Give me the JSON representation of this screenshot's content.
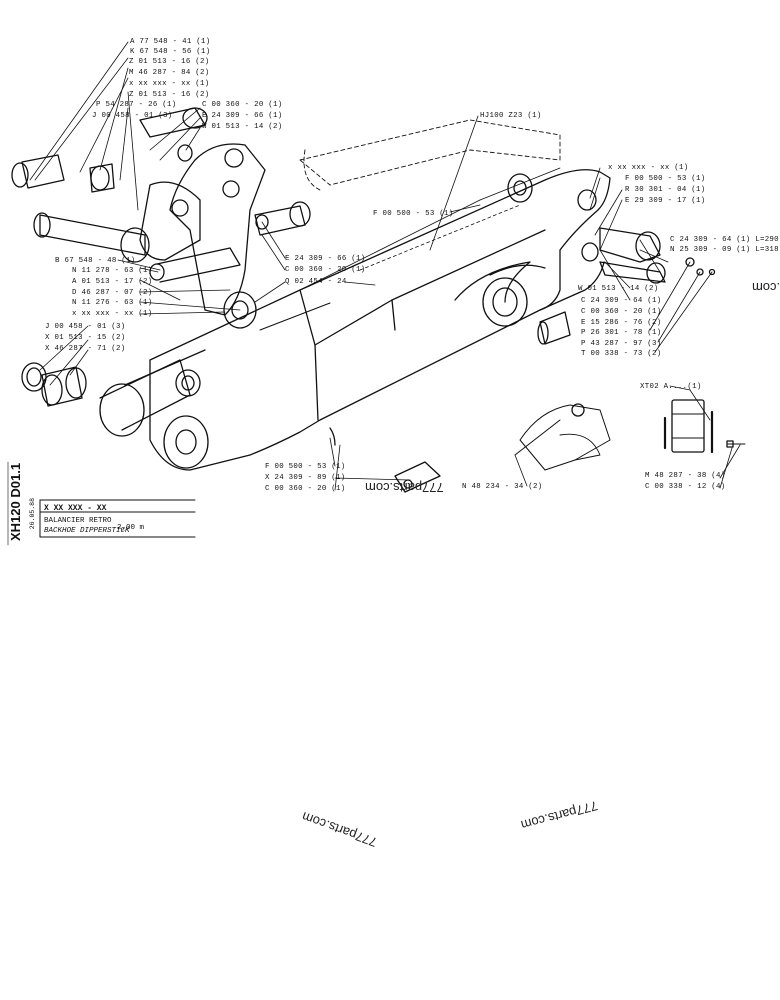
{
  "title_block": {
    "drawing_code": "XH120 D01.1",
    "date": "26.05.88",
    "part_ref": "X XX XXX - XX",
    "name_fr": "BALANCIER RETRO",
    "name_en": "BACKHOE DIPPERSTICK",
    "length": "2,00 m"
  },
  "callouts_left": [
    "A 77 548 - 41 (1)",
    "K 67 548 - 56 (1)",
    "Z 01 513 - 16 (2)",
    "M 46 287 - 84 (2)",
    "x xx xxx - xx (1)",
    "Z 01 513 - 16 (2)",
    "P 54 287 - 26 (1)",
    "J 00 458 - 01 (3)"
  ],
  "callouts_pin": [
    "C 00 360 - 20 (1)",
    "E 24 309 - 66 (1)",
    "W 01 513 - 14 (2)"
  ],
  "callout_top": "HJ100  Z23 (1)",
  "callouts_right": [
    "x xx xxx - xx (1)",
    "F 00 500 - 53 (1)",
    "R 30 301 - 04 (1)",
    "E 29 309 - 17 (1)"
  ],
  "callouts_right_pin": [
    "C 24 309 - 64 (1) L=290",
    "N 25 309 - 09 (1) L=318"
  ],
  "callouts_right_lower": [
    "W 01 513 - 14 (2)",
    "C 24 309 - 64 (1)",
    "C 00 360 - 20 (1)",
    "E 15 286 - 76 (2)",
    "P 26 301 - 78 (1)",
    "P 43 287 - 97 (3)",
    "T 00 338 - 73 (2)"
  ],
  "callout_mid": "F 00 500 - 53 (1)",
  "callouts_link": [
    "B 67 548 - 48 (1)",
    "N 11 278 - 63 (1)",
    "A 01 513 - 17 (2)",
    "D 46 287 - 07 (2)",
    "N 11 276 - 63 (1)",
    "x xx xxx - xx (1)"
  ],
  "callouts_link_right": [
    "E 24 309 - 66 (1)",
    "C 00 360 - 20 (1)",
    "Q 02 454 - 24"
  ],
  "callouts_bush": [
    "J 00 458 - 01 (3)",
    "X 01 513 - 15 (2)",
    "X 46 287 - 71 (2)"
  ],
  "callouts_bottom": [
    "F 00 500 - 53 (1)",
    "X 24 309 - 89 (1)",
    "C 00 360 - 20 (1)"
  ],
  "callout_inset": "N 48 234 - 34 (2)",
  "callout_cyl": "XT02  A....(1)",
  "callouts_cyl": [
    "M 48 287 - 38 (4)",
    "C 00 338 - 12 (4)"
  ],
  "watermarks": [
    "777parts.com",
    "777parts.com",
    "777parts.com",
    ".com"
  ]
}
